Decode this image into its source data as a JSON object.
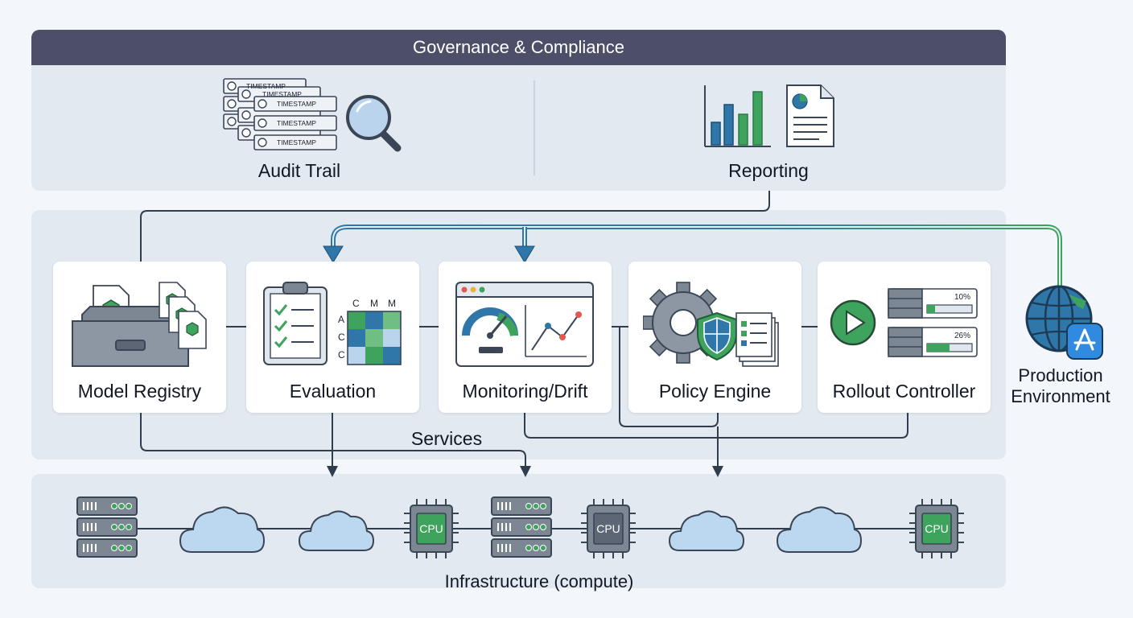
{
  "governance": {
    "title": "Governance & Compliance",
    "audit_trail": {
      "label": "Audit Trail",
      "entry_text": "TIMESTAMP",
      "icons": [
        "clock-icon",
        "magnifier-icon"
      ]
    },
    "reporting": {
      "label": "Reporting",
      "icons": [
        "bar-chart-icon",
        "report-document-icon"
      ]
    }
  },
  "services": {
    "label": "Services",
    "cards": [
      {
        "id": "model-registry",
        "label": "Model Registry",
        "icon": "file-drawer-icon"
      },
      {
        "id": "evaluation",
        "label": "Evaluation",
        "icon": "checklist-clipboard-icon",
        "matrix": {
          "col_labels": [
            "C",
            "M",
            "M"
          ],
          "row_labels": [
            "A",
            "C",
            "C"
          ]
        }
      },
      {
        "id": "monitoring-drift",
        "label": "Monitoring/Drift",
        "icon": "dashboard-window-icon"
      },
      {
        "id": "policy-engine",
        "label": "Policy Engine",
        "icon": "gear-shield-icon"
      },
      {
        "id": "rollout-controller",
        "label": "Rollout Controller",
        "icon": "play-icon",
        "rollouts": [
          "10%",
          "26%"
        ]
      }
    ]
  },
  "production": {
    "label_line1": "Production",
    "label_line2": "Environment",
    "icons": [
      "globe-icon",
      "app-store-icon"
    ]
  },
  "infrastructure": {
    "label": "Infrastructure (compute)",
    "chip_label": "CPU",
    "nodes": [
      "server",
      "cloud",
      "cloud",
      "cpu",
      "server",
      "cpu",
      "cloud",
      "cloud",
      "cpu"
    ]
  },
  "colors": {
    "header_bg": "#4d4e67",
    "panel_bg": "#e3e9f1",
    "accent_blue": "#2f77a8",
    "accent_green": "#3ea35d",
    "line_dark": "#2f3d4c"
  }
}
